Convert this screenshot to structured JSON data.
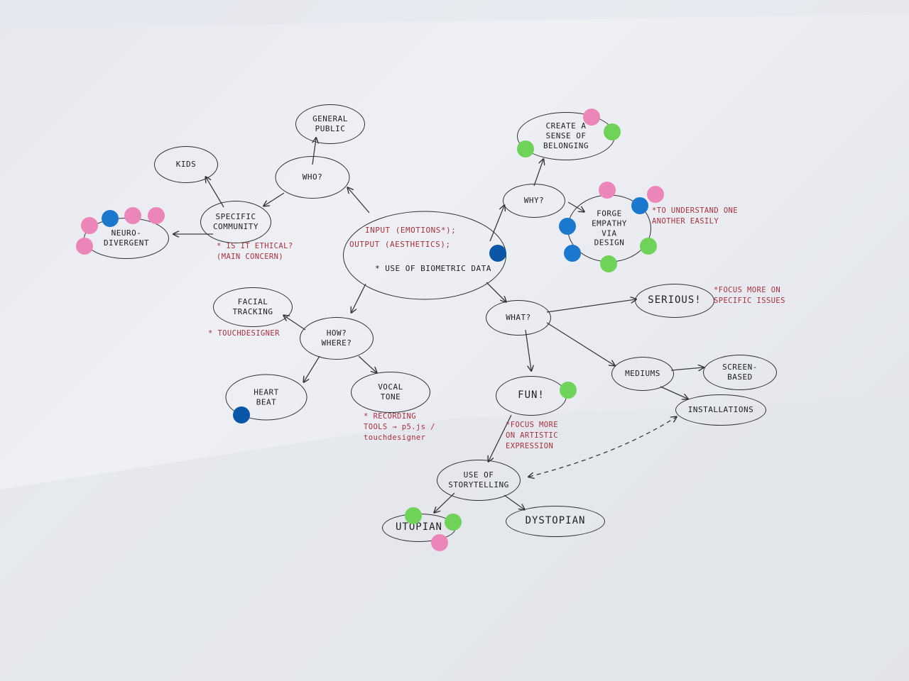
{
  "mindmap": {
    "center": {
      "line1": "INPUT (EMOTIONS*);",
      "line2": "OUTPUT (AESTHETICS);",
      "line3": "* USE OF BIOMETRIC DATA"
    },
    "nodes": {
      "who": "WHO?",
      "general_public": "GENERAL\nPUBLIC",
      "kids": "KIDS",
      "specific_community": "SPECIFIC\nCOMMUNITY",
      "neurodivergent": "NEURO-\nDIVERGENT",
      "why": "WHY?",
      "belonging": "CREATE A\nSENSE OF\nBELONGING",
      "empathy": "FORGE\nEMPATHY\nVIA\nDESIGN",
      "how_where": "HOW?\nWHERE?",
      "facial_tracking": "FACIAL\nTRACKING",
      "heart_beat": "HEART\nBEAT",
      "vocal_tone": "VOCAL\nTONE",
      "what": "WHAT?",
      "serious": "SERIOUS!",
      "mediums": "MEDIUMS",
      "screen_based": "SCREEN-\nBASED",
      "installations": "INSTALLATIONS",
      "fun": "FUN!",
      "storytelling": "USE OF\nSTORYTELLING",
      "utopian": "UTOPIAN",
      "dystopian": "DYSTOPIAN"
    },
    "notes": {
      "ethical": "* IS IT ETHICAL?\n(MAIN CONCERN)",
      "understand": "*TO UNDERSTAND ONE\nANOTHER EASILY",
      "touchdesigner": "* TOUCHDESIGNER",
      "recording": "* RECORDING\nTOOLS → p5.js /\ntouchdesigner",
      "specific_issues": "*FOCUS MORE ON\nSPECIFIC ISSUES",
      "artistic": "*FOCUS MORE\nON ARTISTIC\nEXPRESSION"
    },
    "sticker_colors": {
      "pink": "#ec86b9",
      "blue": "#1b78cf",
      "green": "#6fd35a",
      "navy": "#0a57a8"
    }
  }
}
